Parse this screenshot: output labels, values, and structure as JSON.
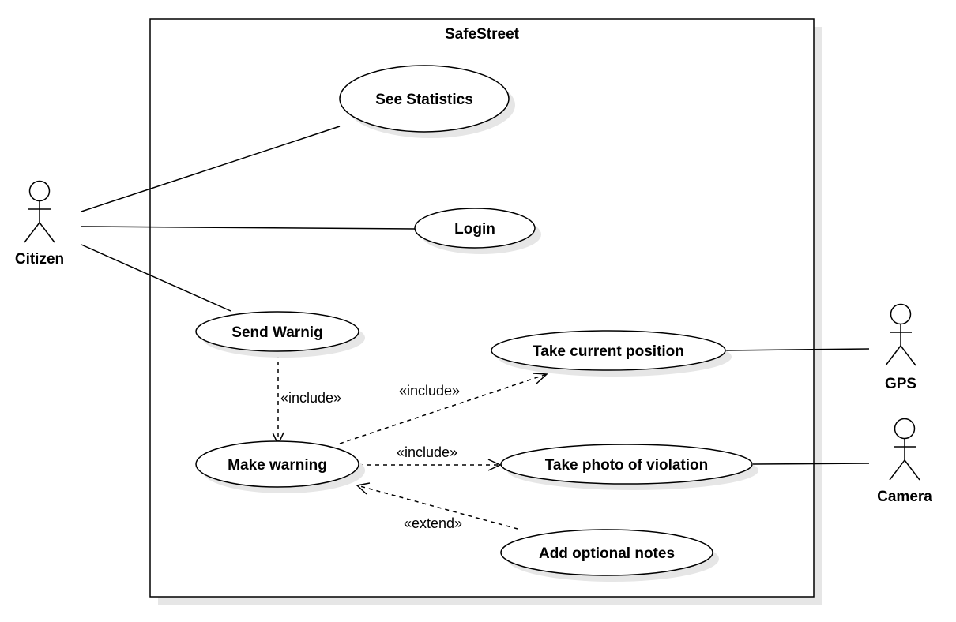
{
  "system": {
    "name": "SafeStreet"
  },
  "actors": {
    "citizen": "Citizen",
    "gps": "GPS",
    "camera": "Camera"
  },
  "use_cases": {
    "see_statistics": "See Statistics",
    "login": "Login",
    "send_warning": "Send Warnig",
    "make_warning": "Make warning",
    "take_position": "Take current position",
    "take_photo": "Take photo of violation",
    "add_notes": "Add optional notes"
  },
  "relations": {
    "include_send_make": "«include»",
    "include_make_position": "«include»",
    "include_make_photo": "«include»",
    "extend_notes_make": "«extend»"
  }
}
